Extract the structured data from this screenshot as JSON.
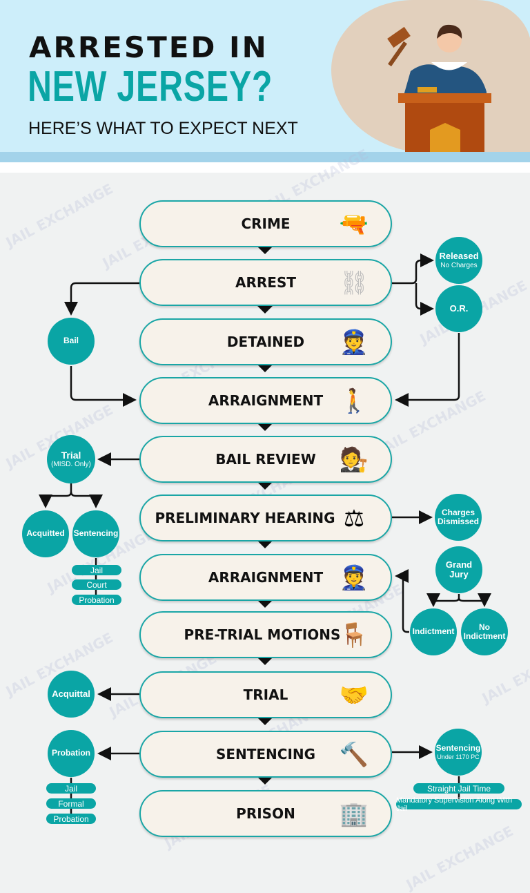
{
  "header": {
    "line1": "ARRESTED IN",
    "line2": "NEW JERSEY?",
    "line3": "HERE’S WHAT TO EXPECT NEXT"
  },
  "watermark": "JAIL EXCHANGE",
  "steps": [
    {
      "label": "CRIME",
      "icon": "gun-icon"
    },
    {
      "label": "ARREST",
      "icon": "handcuffs-icon"
    },
    {
      "label": "DETAINED",
      "icon": "officer-detaining-icon"
    },
    {
      "label": "ARRAIGNMENT",
      "icon": "prisoner-escort-icon"
    },
    {
      "label": "BAIL REVIEW",
      "icon": "podium-icon"
    },
    {
      "label": "PRELIMINARY HEARING",
      "icon": "judge-desk-icon"
    },
    {
      "label": "ARRAIGNMENT",
      "icon": "officer-prisoner-icon"
    },
    {
      "label": "PRE-TRIAL MOTIONS",
      "icon": "courtroom-icon"
    },
    {
      "label": "TRIAL",
      "icon": "trial-table-icon"
    },
    {
      "label": "SENTENCING",
      "icon": "judge-gavel-icon"
    },
    {
      "label": "PRISON",
      "icon": "prison-cell-icon"
    }
  ],
  "branches": {
    "released": {
      "title": "Released",
      "sub": "No Charges"
    },
    "or": {
      "title": "O.R."
    },
    "bail": {
      "title": "Bail"
    },
    "trial_misd": {
      "title": "Trial",
      "sub": "(MISD. Only)"
    },
    "acquitted": {
      "title": "Acquitted"
    },
    "sentencing_misd": {
      "title": "Sentencing",
      "options": [
        "Jail",
        "Court",
        "Probation"
      ]
    },
    "charges_dismissed": {
      "title": "Charges Dismissed"
    },
    "grand_jury": {
      "title": "Grand Jury"
    },
    "indictment": {
      "title": "Indictment"
    },
    "no_indictment": {
      "title": "No Indictment"
    },
    "acquittal": {
      "title": "Acquittal"
    },
    "probation": {
      "title": "Probation",
      "options": [
        "Jail",
        "Formal",
        "Probation"
      ]
    },
    "sentencing_1170": {
      "title": "Sentencing",
      "sub": "Under 1170 PC",
      "options": [
        "Straight Jail Time",
        "Mandatory Supervision Along With Jail"
      ]
    }
  }
}
